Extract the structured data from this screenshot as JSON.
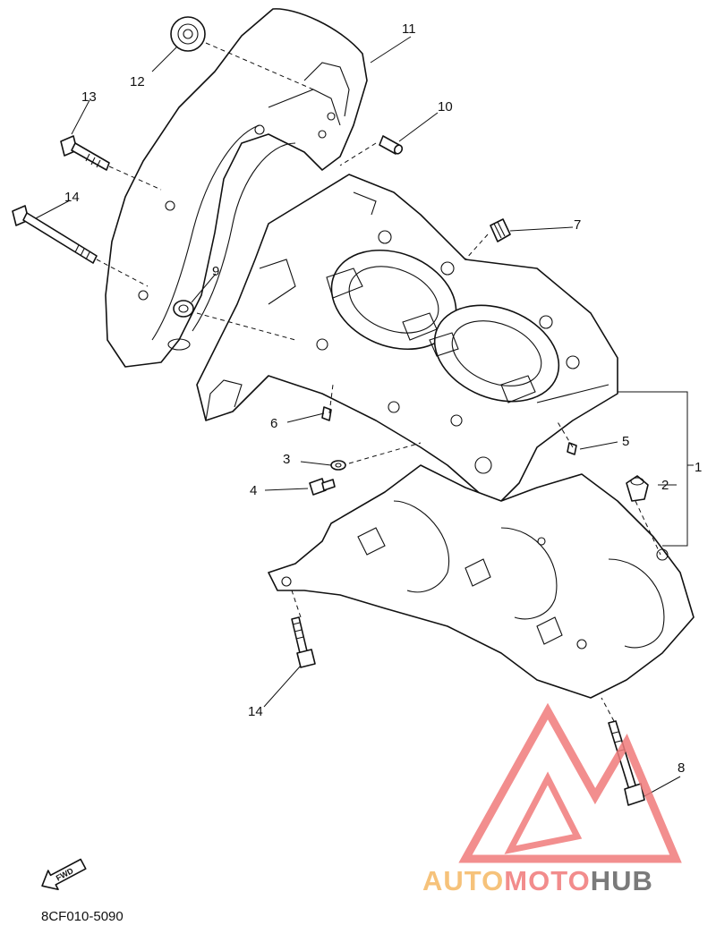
{
  "diagram": {
    "code": "8CF010-5090",
    "fwd_label": "FWD",
    "callouts": [
      "1",
      "2",
      "3",
      "4",
      "5",
      "6",
      "7",
      "8",
      "9",
      "10",
      "11",
      "12",
      "13",
      "14",
      "14"
    ]
  },
  "watermark": {
    "part1": "AUTO",
    "part2": "MOTO",
    "part3": "HUB",
    "colors": {
      "auto": "#f6c27a",
      "moto": "#f28c8c",
      "hub": "#7a7a7a",
      "triangle": "#f07b7b"
    }
  }
}
